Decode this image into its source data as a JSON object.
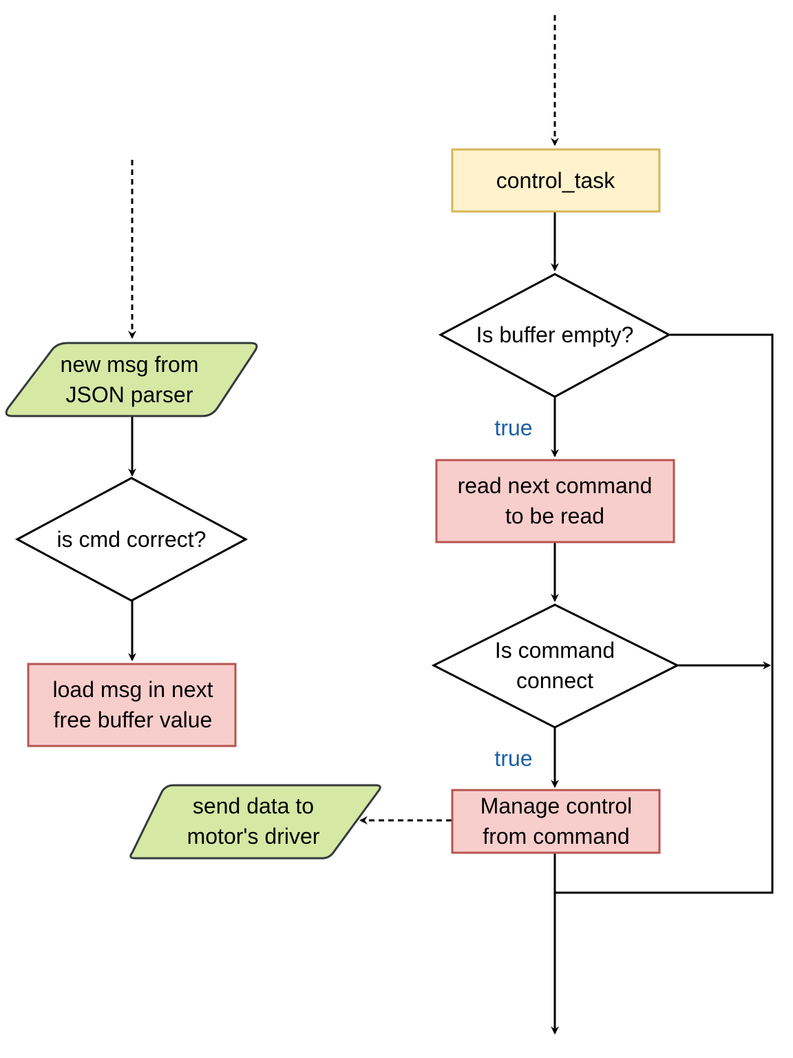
{
  "nodes": {
    "control_task": {
      "lines": [
        "control_task"
      ],
      "fill": "#fff2cc",
      "stroke": "#d6b656"
    },
    "buffer_empty": {
      "lines": [
        "Is buffer empty?"
      ],
      "fill": "#ffffff",
      "stroke": "#000000"
    },
    "read_command": {
      "lines": [
        "read next command",
        "to be read"
      ],
      "fill": "#f8cecc",
      "stroke": "#b85450"
    },
    "command_connect": {
      "lines": [
        "Is command",
        "connect"
      ],
      "fill": "#ffffff",
      "stroke": "#000000"
    },
    "manage_control": {
      "lines": [
        "Manage control",
        "from command"
      ],
      "fill": "#f8cecc",
      "stroke": "#b85450"
    },
    "send_data": {
      "lines": [
        "send data to",
        "motor's driver"
      ],
      "fill": "#d5e8a4",
      "stroke": "#36393d"
    },
    "new_msg": {
      "lines": [
        "new msg from",
        "JSON parser"
      ],
      "fill": "#d5e8a4",
      "stroke": "#36393d"
    },
    "cmd_correct": {
      "lines": [
        "is cmd correct?"
      ],
      "fill": "#ffffff",
      "stroke": "#000000"
    },
    "load_msg": {
      "lines": [
        "load msg in next",
        "free buffer value"
      ],
      "fill": "#f8cecc",
      "stroke": "#b85450"
    }
  },
  "edge_labels": {
    "true_1": "true",
    "true_2": "true"
  },
  "colors": {
    "edge_label": "#1a5fa8",
    "line": "#000000"
  }
}
